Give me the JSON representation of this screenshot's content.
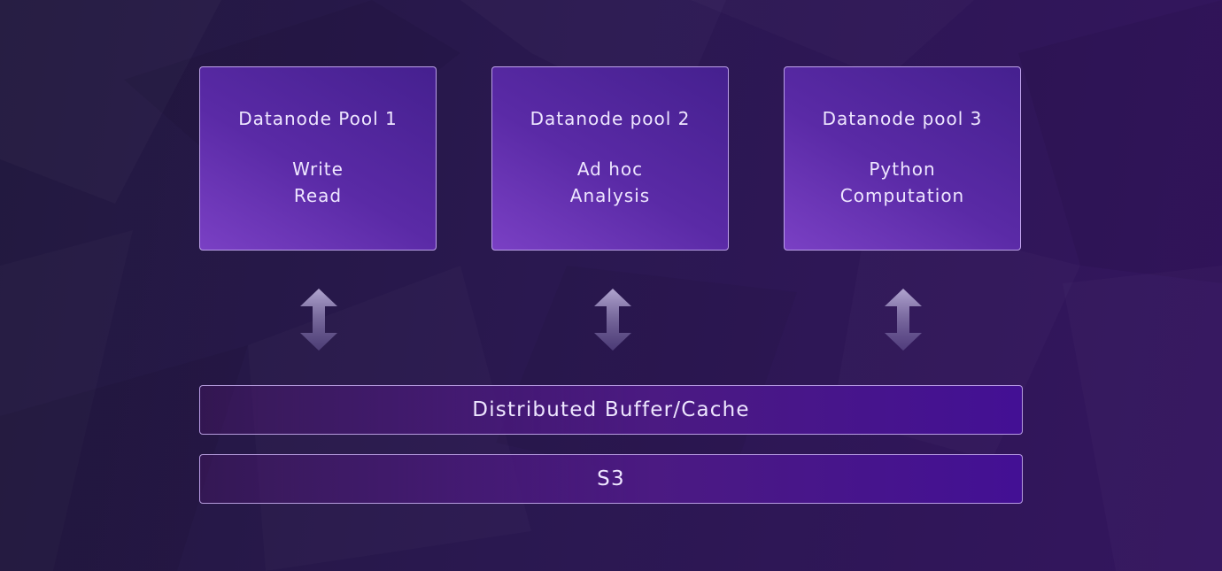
{
  "pools": [
    {
      "title": "Datanode Pool 1",
      "roles": [
        "Write",
        "Read"
      ]
    },
    {
      "title": "Datanode pool 2",
      "roles": [
        "Ad hoc",
        "Analysis"
      ]
    },
    {
      "title": "Datanode pool 3",
      "roles": [
        "Python",
        "Computation"
      ]
    }
  ],
  "layers": {
    "cache": "Distributed Buffer/Cache",
    "storage": "S3"
  },
  "colors": {
    "background": "#2a1850",
    "pool_fill": "#5a2aa6",
    "pool_border": "#cdb4f5",
    "bar_fill": "#4b1a82",
    "arrow": "#a89cc8"
  },
  "icons": {
    "connector": "double-vertical-arrow-icon"
  }
}
